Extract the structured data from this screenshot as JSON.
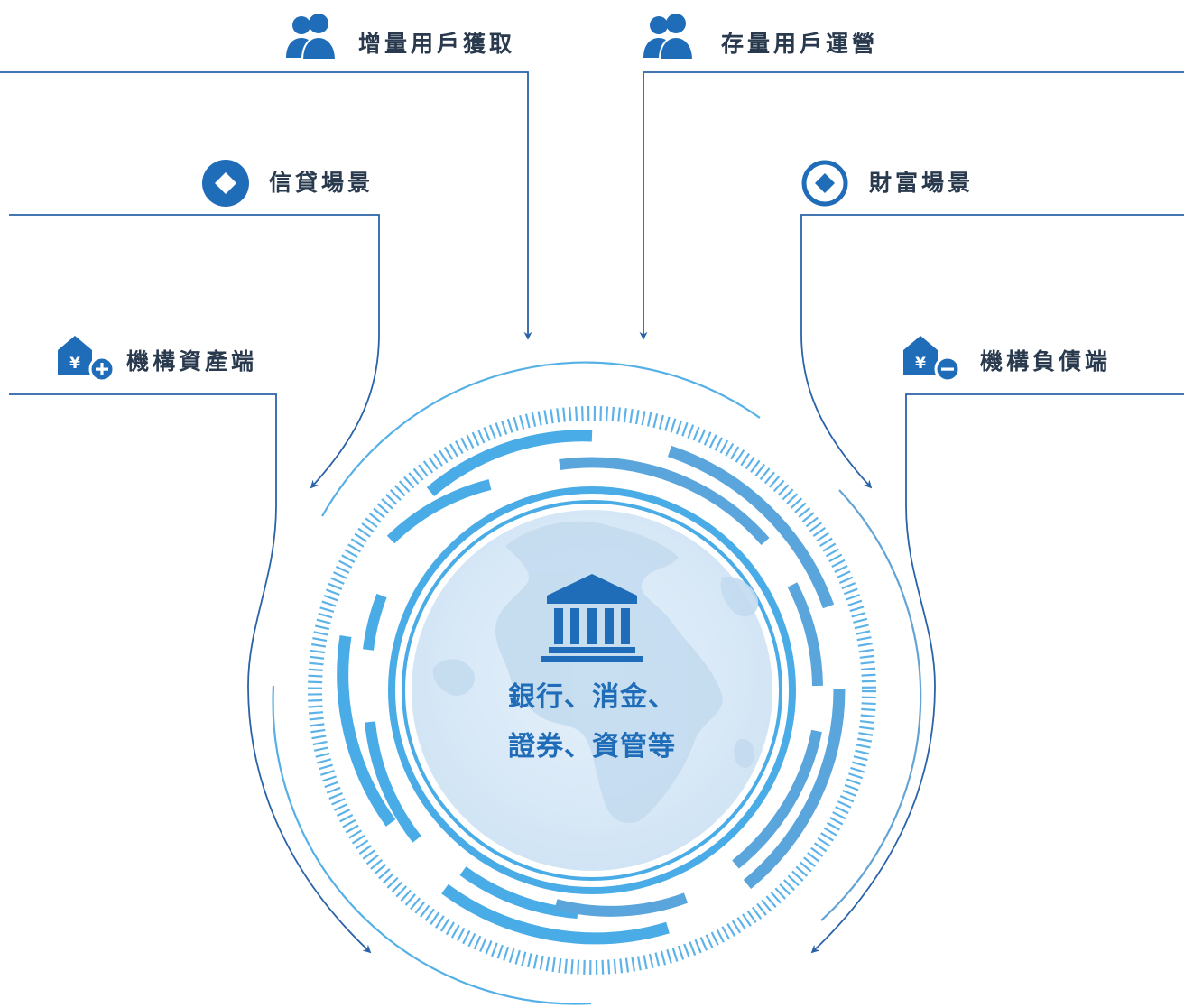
{
  "labels": {
    "user_acquisition": "增量用戶獲取",
    "user_operation": "存量用戶運營",
    "credit_scenario": "信貸場景",
    "wealth_scenario": "財富場景",
    "asset_side": "機構資產端",
    "liability_side": "機構負債端"
  },
  "center": {
    "line1": "銀行、消金、",
    "line2": "證券、資管等"
  },
  "icons": {
    "user_acquisition": "users-icon",
    "user_operation": "users-icon",
    "credit_scenario": "diamond-circle-icon",
    "wealth_scenario": "diamond-ring-icon",
    "asset_side": "yen-plus-icon",
    "liability_side": "yen-minus-icon",
    "center": "bank-icon",
    "background": "globe-icon"
  },
  "colors": {
    "primary": "#1f6db8",
    "line": "#2a63a8",
    "ring_light": "#55b0e6",
    "ring_mid": "#4aa0dc",
    "ring_right": "#62a4d6",
    "globe": "#d6e7f6",
    "text_dark": "#2a3a4e"
  }
}
